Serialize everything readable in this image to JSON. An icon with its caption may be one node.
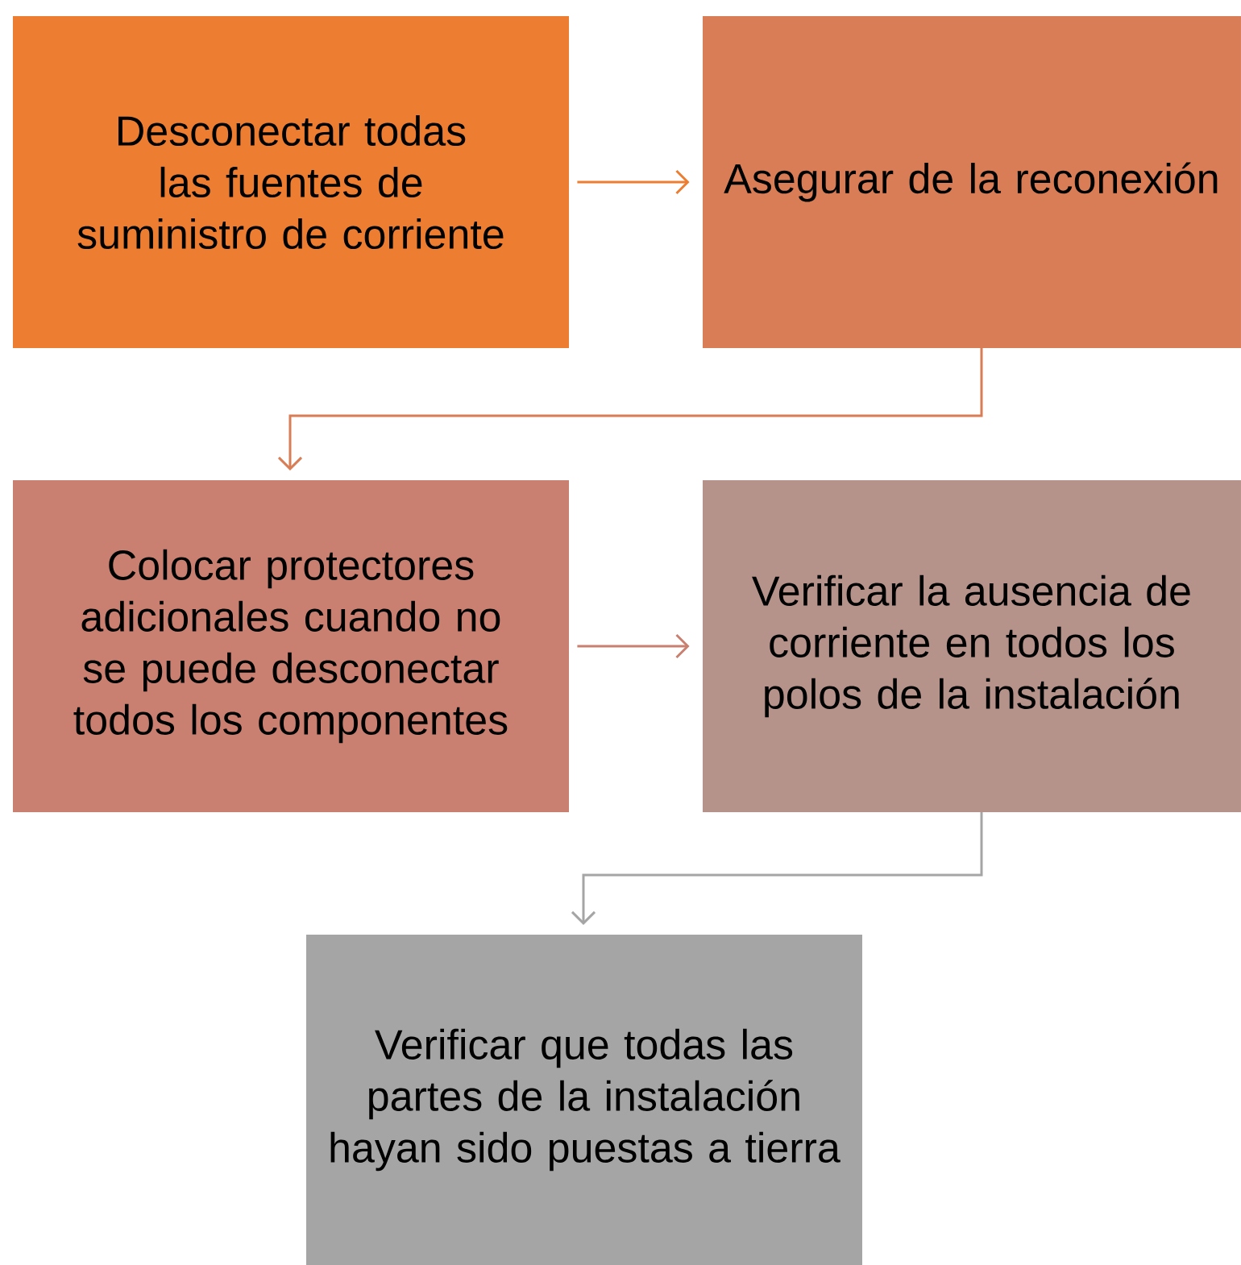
{
  "diagram": {
    "nodes": [
      {
        "text": [
          "Desconectar todas las fuentes de suministro de corriente"
        ]
      },
      {
        "text": [
          "Asegurar de la reconexión"
        ]
      },
      {
        "text": [
          "Colocar protectores adicionales cuando no se puede desconectar todos los componentes"
        ]
      },
      {
        "text": [
          "Verificar la ausencia de corriente en todos los polos de la instalación"
        ]
      },
      {
        "text": [
          "Verificar que todas las partes de la instalación hayan sido puestas a tierra"
        ]
      }
    ],
    "edges": [
      {
        "from": 0,
        "to": 1,
        "arrow": "to",
        "color": "#ed7d31"
      },
      {
        "from": 1,
        "to": 2,
        "arrow": "to",
        "color": "#d87d55"
      },
      {
        "from": 2,
        "to": 3,
        "arrow": "to",
        "color": "#c98070"
      },
      {
        "from": 3,
        "to": 4,
        "arrow": "to",
        "color": "#a5a5a5"
      }
    ]
  }
}
